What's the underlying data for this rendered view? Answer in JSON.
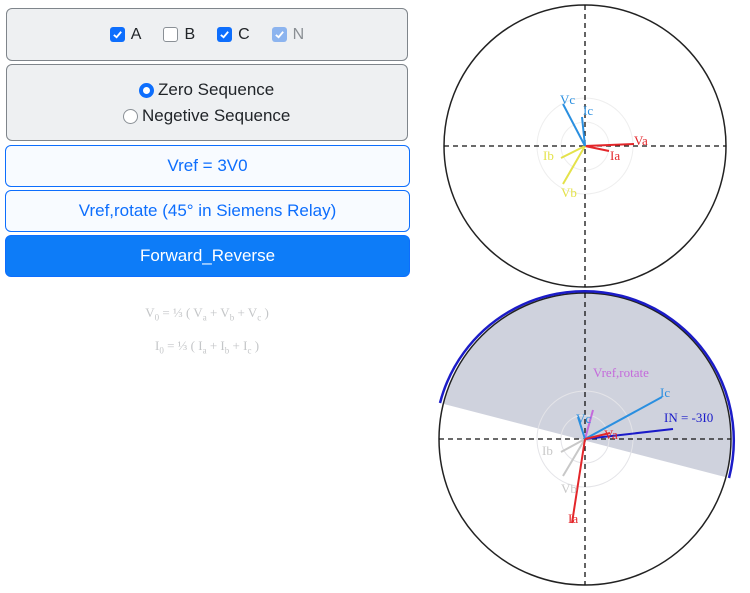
{
  "phases": [
    {
      "label": "A",
      "checked": true,
      "disabled": false
    },
    {
      "label": "B",
      "checked": false,
      "disabled": false
    },
    {
      "label": "C",
      "checked": true,
      "disabled": false
    },
    {
      "label": "N",
      "checked": true,
      "disabled": true
    }
  ],
  "sequence": {
    "zero": "Zero Sequence",
    "negative": "Negetive Sequence",
    "selected": "zero"
  },
  "buttons": {
    "vref": "Vref = 3V0",
    "vref_rotate": "Vref,rotate (45° in Siemens Relay)",
    "forward_reverse": "Forward_Reverse"
  },
  "formulas": {
    "v0": {
      "lhs": "V",
      "lhs_sub": "0",
      "eq": " = ",
      "frac": "⅓",
      "frac_sub": "3",
      "open": " ( ",
      "t1": "V",
      "s1": "a",
      "t2": " + V",
      "s2": "b",
      "t3": " + V",
      "s3": "c",
      "close": " )"
    },
    "i0": {
      "lhs": "I",
      "lhs_sub": "0",
      "eq": " = ",
      "frac": "⅓",
      "frac_sub": "3",
      "open": " ( ",
      "t1": "I",
      "s1": "a",
      "t2": " + I",
      "s2": "b",
      "t3": " + I",
      "s3": "c",
      "close": " )"
    }
  },
  "top_diagram": {
    "labels": {
      "va": "Va",
      "ia": "Ia",
      "vb": "Vb",
      "ib": "Ib",
      "vc": "Vc",
      "ic": "Ic"
    },
    "colors": {
      "a": "#e3262a",
      "b": "#e4e24a",
      "c": "#2a8fe0"
    }
  },
  "bottom_diagram": {
    "labels": {
      "vref_rotate": "Vref,rotate",
      "ic": "Ic",
      "in": "IN = -3I0",
      "vc": "Vc",
      "va": "Va",
      "ib": "Ib",
      "vb": "Vb",
      "ia": "Ia"
    },
    "colors": {
      "a": "#e3262a",
      "c": "#2a8fe0",
      "in": "#1a1ac9",
      "vref": "#c46adb",
      "faded": "#c8c8c8",
      "zone": "#cfd2dd",
      "circle": "#1c1cc8"
    }
  }
}
